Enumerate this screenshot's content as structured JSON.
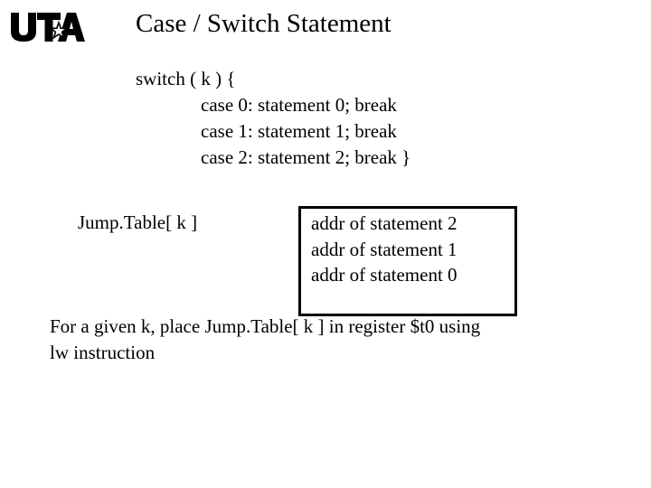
{
  "logo": {
    "text": "UTA",
    "icon": "uta-star-logo"
  },
  "slide": {
    "title": "Case / Switch Statement"
  },
  "code": {
    "lines": [
      "switch ( k ) {",
      "case 0: statement 0; break",
      "case 1: statement 1; break",
      "case 2: statement 2; break }"
    ]
  },
  "jump_table": {
    "label": "Jump.Table[ k ]",
    "entries": [
      "addr of statement 2",
      "addr of statement 1",
      "addr of statement 0"
    ]
  },
  "note": {
    "lines": [
      "For a given k, place Jump.Table[ k ] in register $t0 using",
      "lw instruction"
    ]
  }
}
